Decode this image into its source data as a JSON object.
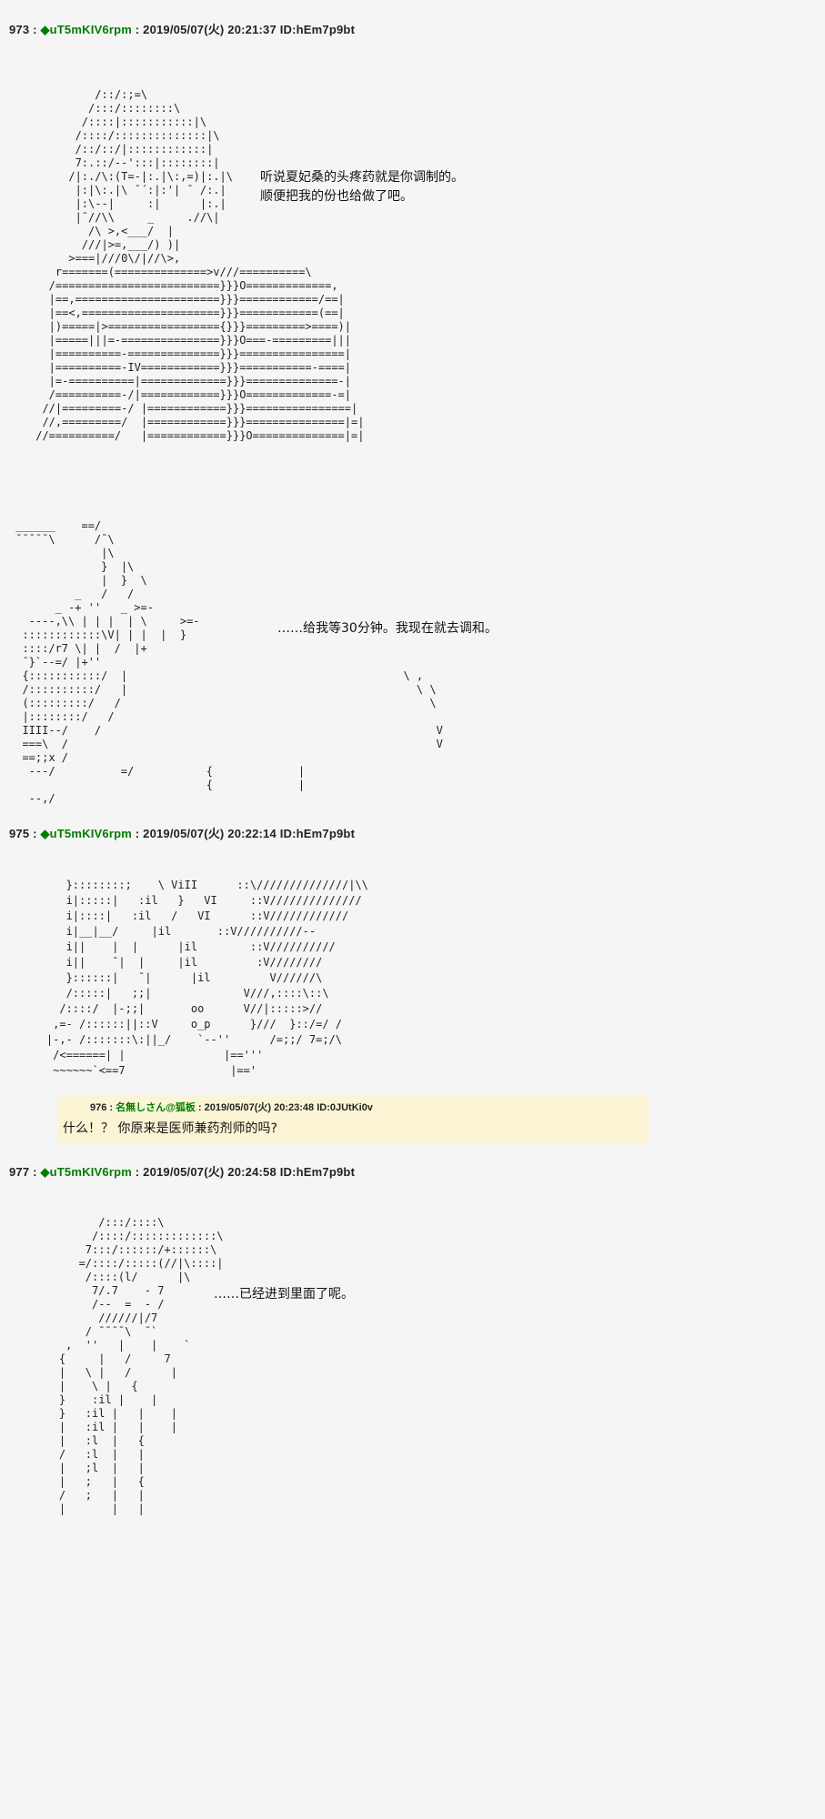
{
  "page": {
    "bg_color": "#f5f5f5",
    "text_color": "#1a1a1a",
    "author_name_color": "#007d00",
    "quote_bg_color": "#fcf5d5"
  },
  "sep": " : ",
  "posts": [
    {
      "number": "973",
      "name": "◆uT5mKIV6rpm",
      "datetime": "2019/05/07(火) 20:21:37",
      "id": "ID:hEm7p9bt",
      "blocks": [
        {
          "aa": [
            "          /::/:;=\\",
            "         /:::/::::::::\\",
            "        /::::|:::::::::::|\\",
            "       /::::/::::::::::::::|\\",
            "       /::/::/|::::::::::::|",
            "       7:.::/--':::|::::::::|",
            "      /|:./\\:(T=-|:.|\\:,=)|:.|\\",
            "       |:|\\:.|\\ ¯´:|:'| ¯ /:.|",
            "       |:\\--|     :|      |:.|",
            "       |¯//\\\\     _     .//\\|",
            "         /\\ >,<___/  |",
            "        ///|>=,___/) )|",
            "      >===|///0\\/|//\\>,",
            "    r=======(==============>v///==========\\",
            "   /=========================}}}O=============,",
            "   |==,======================}}}============/==|",
            "   |==<,=====================}}}============(==|",
            "   |)=====|>================={}}}=========>====)|",
            "   |=====|||=-===============}}}O===-=========|||",
            "   |==========-==============}}}================|",
            "   |==========-IV============}}}===========-====|",
            "   |=-==========|=============}}}==============-|",
            "   /==========-/|============}}}O=============-=|",
            "  //|=========-/ |============}}}================|",
            "  //,=========/  |============}}}===============|=|",
            " //==========/   |============}}}O==============|=|"
          ],
          "dialogue": [
            "听说夏妃桑的头疼药就是你调制的。",
            "顺便把我的份也给做了吧。"
          ]
        },
        {
          "aa": [
            " ______    ==/",
            " ¯¯¯¯¯\\      /¯\\",
            "              |\\",
            "              }  |\\",
            "              |  }  \\",
            "          _   /   /",
            "       _ -+ ''   _ >=-",
            "   ----,\\\\ | | |  | \\     >=-",
            "  ::::::::::::\\V| | |  |  }",
            "  ::::/r7 \\| |  /  |+",
            "  ¯}`--=/ |+''",
            "  {:::::::::::/  |                                          \\ ,",
            "  /::::::::::/   |                                            \\ \\",
            "  (:::::::::/   /                                               \\",
            "  |::::::::/   /",
            "  IIII--/    /                                                   V",
            "  ===\\  /                                                        V",
            "  ==;;x /",
            "   ---/          =/           {             |",
            "                              {             |",
            "   --,/"
          ],
          "dialogue": [
            "……给我等30分钟。我现在就去调和。"
          ]
        }
      ]
    },
    {
      "number": "975",
      "name": "◆uT5mKIV6rpm",
      "datetime": "2019/05/07(火) 20:22:14",
      "id": "ID:hEm7p9bt",
      "blocks": [
        {
          "aa": [
            "       }::::::::;    \\ ViII      ::\\//////////////|\\\\",
            "       i|:::::|   :il   }   VI     ::V//////////////",
            "       i|::::|   :il   /   VI      ::V////////////",
            "       i|__|__/     |il       ::V//////////--",
            "       i||    |  |      |il        ::V//////////",
            "       i||    ¯|  |     |il         :V////////",
            "       }::::::|   ¯|      |il         V//////\\",
            "       /:::::|   ;;|              V///,::::\\::\\",
            "      /::::/  |-;;|       oo      V//|:::::>//",
            "     ,=- /::::::||::V     o_p      }///  }::/=/ /",
            "    |-,- /:::::::\\:||_/    `--''      /=;;/ 7=;/\\",
            "     /<======| |               |=='''",
            "     ~~~~~~`<==7                |=='"
          ]
        }
      ]
    },
    {
      "number": "977",
      "name": "◆uT5mKIV6rpm",
      "datetime": "2019/05/07(火) 20:24:58",
      "id": "ID:hEm7p9bt",
      "blocks": [
        {
          "aa": [
            "          /:::/::::\\",
            "         /::::/:::::::::::::\\",
            "        7:::/::::::/+::::::\\",
            "       =/::::/:::::(//|\\::::|",
            "        /::::(l/      |\\",
            "         7/.7    - 7",
            "         /--  =  - /",
            "          //////|/7",
            "        / ¯¯¯¯\\  ¯`",
            "     ,  ''   |    |    `",
            "    {     |   /     7",
            "    |   \\ |   /      |",
            "    |    \\ |   {",
            "    }    :il |    |",
            "    }   :il |   |    |",
            "    |   :il |   |    |",
            "    |   :l  |   {",
            "    /   :l  |   |",
            "    |   ;l  |   |",
            "    |   ;   |   {",
            "    /   ;   |   |",
            "    |       |   |"
          ],
          "dialogue": [
            "……已经进到里面了呢。"
          ]
        }
      ]
    }
  ],
  "quote": {
    "number": "976",
    "name": "名無しさん@狐板",
    "datetime": "2019/05/07(火) 20:23:48",
    "id": "ID:0JUtKi0v",
    "text": "什么！？ 你原来是医师兼药剂师的吗?"
  }
}
